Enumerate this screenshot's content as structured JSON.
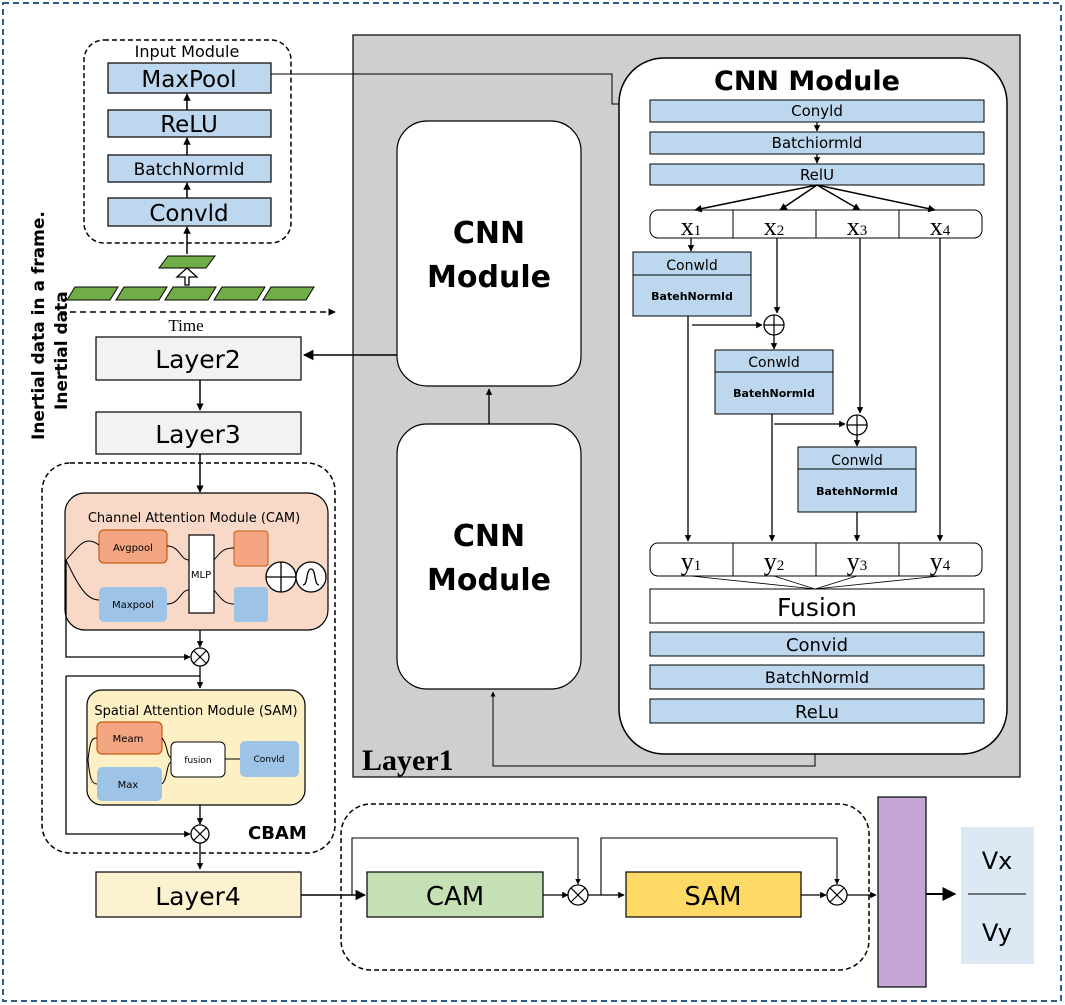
{
  "input_module": {
    "title": "Input Module",
    "blocks": [
      "MaxPool",
      "ReLU",
      "BatchNormld",
      "Convld"
    ],
    "axis_label": "Time",
    "side_label_1": "Inertial data in a frame.",
    "side_label_2": "Inertial data"
  },
  "left_column": {
    "layer2": "Layer2",
    "layer3": "Layer3",
    "layer4": "Layer4"
  },
  "cbam": {
    "label": "CBAM",
    "cam": {
      "title": "Channel Attention Module (CAM)",
      "avgpool": "Avgpool",
      "maxpool": "Maxpool",
      "mlp": "MLP"
    },
    "sam": {
      "title": "Spatial Attention Module (SAM)",
      "meam": "Meam",
      "max": "Max",
      "fusion": "fusion",
      "convld": "Convld"
    }
  },
  "layer1": {
    "label": "Layer1",
    "cnn_module_1": [
      "CNN",
      "Module"
    ],
    "cnn_module_2": [
      "CNN",
      "Module"
    ]
  },
  "cnn_detail": {
    "title": "CNN Module",
    "top_blocks": [
      "Conyld",
      "Batchiormld",
      "RelU"
    ],
    "x_labels": [
      "x",
      "x",
      "x",
      "x"
    ],
    "x_subs": [
      "1",
      "2",
      "3",
      "4"
    ],
    "y_labels": [
      "y",
      "y",
      "y",
      "y"
    ],
    "y_subs": [
      "1",
      "2",
      "3",
      "4"
    ],
    "sub_conv": "Conwld",
    "sub_bn": "BatehNormld",
    "fusion": "Fusion",
    "bottom_blocks": [
      "Convid",
      "BatchNormld",
      "ReLu"
    ]
  },
  "bottom_row": {
    "cam": "CAM",
    "sam": "SAM"
  },
  "output": {
    "vx": "Vx",
    "vy": "Vy"
  },
  "colors": {
    "blue_block": "#bdd7ee",
    "gray_panel": "#d0cece",
    "cam_bg": "#f8d9c8",
    "sam_bg": "#fdf0c4",
    "orange": "#f4a582",
    "green": "#c5e0b4",
    "yellow": "#ffd966",
    "purple": "#c3a6d6",
    "input_green": "#70ad47",
    "frame_blue": "#2e5c8a"
  }
}
